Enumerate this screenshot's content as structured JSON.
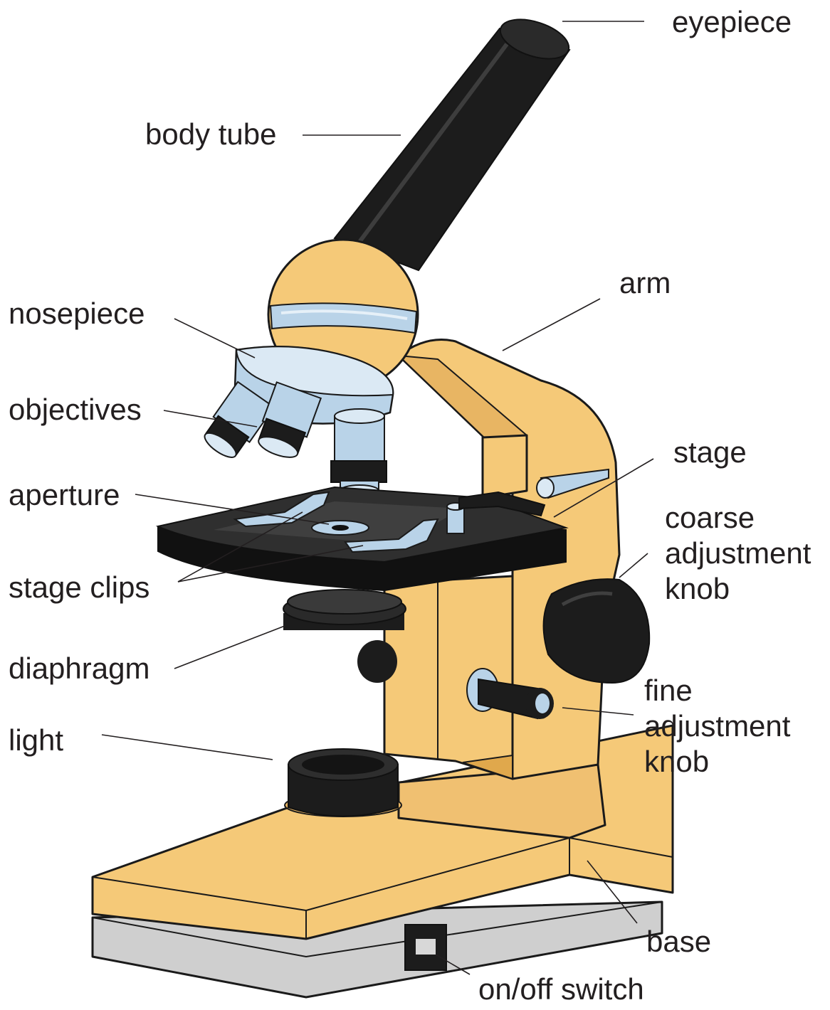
{
  "colors": {
    "body": "#f5c978",
    "body_shade": "#e8b563",
    "black": "#1c1c1c",
    "metal": "#b9d3e8",
    "metal_light": "#dbe9f4",
    "base_plate": "#cfcfcf"
  },
  "labels": {
    "eyepiece": "eyepiece",
    "body_tube": "body tube",
    "arm": "arm",
    "nosepiece": "nosepiece",
    "objectives": "objectives",
    "stage": "stage",
    "aperture": "aperture",
    "coarse_1": "coarse",
    "coarse_2": "adjustment",
    "coarse_3": "knob",
    "stage_clips": "stage clips",
    "diaphragm": "diaphragm",
    "fine_1": "fine",
    "fine_2": "adjustment",
    "fine_3": "knob",
    "light": "light",
    "base": "base",
    "switch": "on/off switch"
  }
}
